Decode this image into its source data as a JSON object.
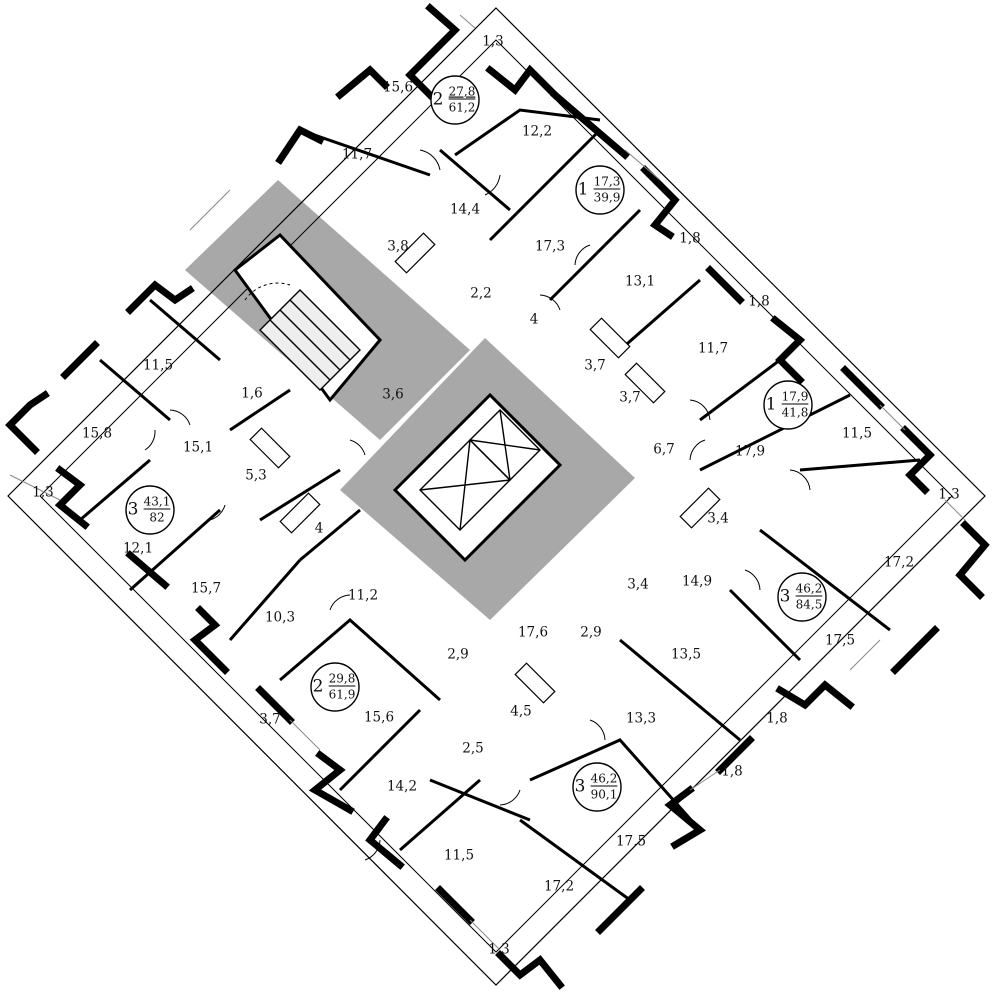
{
  "colors": {
    "core_fill": "#a8a8a8",
    "wall": "#000000",
    "background": "#ffffff"
  },
  "apartments": [
    {
      "id": "apt-2-top",
      "rooms": "2",
      "living": "27,8",
      "total": "61,2"
    },
    {
      "id": "apt-1-upper",
      "rooms": "1",
      "living": "17,3",
      "total": "39,9"
    },
    {
      "id": "apt-1-right",
      "rooms": "1",
      "living": "17,9",
      "total": "41,8"
    },
    {
      "id": "apt-3-left",
      "rooms": "3",
      "living": "43,1",
      "total": "82"
    },
    {
      "id": "apt-3-right",
      "rooms": "3",
      "living": "46,2",
      "total": "84,5"
    },
    {
      "id": "apt-2-lower",
      "rooms": "2",
      "living": "29,8",
      "total": "61,9"
    },
    {
      "id": "apt-3-bottom",
      "rooms": "3",
      "living": "46,2",
      "total": "90,1"
    }
  ],
  "room_areas": [
    "15,6",
    "12,2",
    "11,7",
    "14,4",
    "17,3",
    "3,8",
    "2,2",
    "4",
    "13,1",
    "3,7",
    "11,7",
    "3,7",
    "6,7",
    "17,9",
    "11,5",
    "11,5",
    "15,8",
    "15,1",
    "1,6",
    "3,6",
    "5,3",
    "4",
    "12,1",
    "15,7",
    "10,3",
    "11,2",
    "3,4",
    "14,9",
    "17,2",
    "17,5",
    "3,4",
    "17,6",
    "2,9",
    "13,5",
    "2,9",
    "4,5",
    "13,3",
    "15,6",
    "2,5",
    "14,2",
    "11,5",
    "17,2",
    "17,5"
  ],
  "balcony_dims": [
    "1,3",
    "1,8",
    "1,8",
    "1,3",
    "1,3",
    "3,7",
    "1,8",
    "1,8",
    "1,3"
  ]
}
